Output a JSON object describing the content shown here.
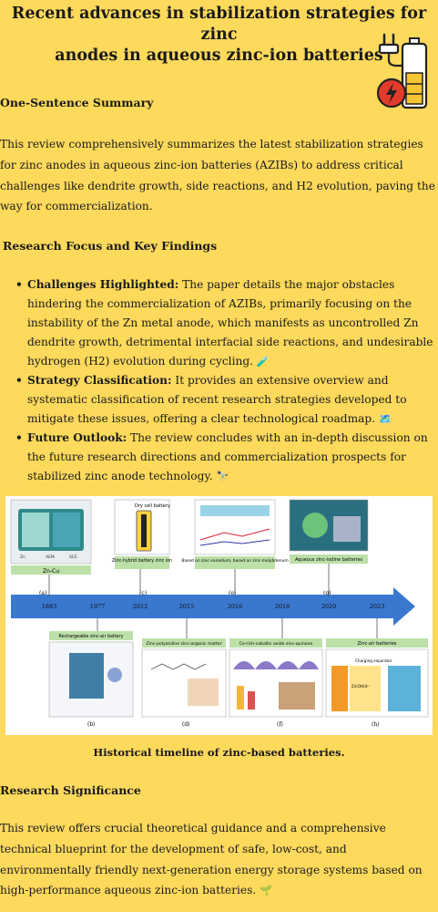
{
  "title_line1": "Recent advances in stabilization strategies for zinc",
  "title_line2": "anodes in aqueous zinc-ion batteries",
  "badge_icon": "battery-plug-icon",
  "summary_heading": "One-Sentence Summary",
  "summary_text": "This review comprehensively summarizes the latest stabilization strategies for zinc anodes in aqueous zinc-ion batteries (AZIBs) to address critical challenges like dendrite growth, side reactions, and H2 evolution, paving the way for commercialization.",
  "focus_heading": "Research Focus and Key Findings",
  "bullets": [
    {
      "label": "Challenges Highlighted:",
      "text": " The paper details the major obstacles hindering the commercialization of AZIBs, primarily focusing on the instability of the Zn metal anode, which manifests as uncontrolled Zn dendrite growth, detrimental interfacial side reactions, and undesirable hydrogen (H2) evolution during cycling.",
      "emoji": "🧪"
    },
    {
      "label": "Strategy Classification:",
      "text": " It provides an extensive overview and systematic classification of recent research strategies developed to mitigate these issues, offering a clear technological roadmap.",
      "emoji": "🗺️"
    },
    {
      "label": "Future Outlook:",
      "text": " The review concludes with an in-depth discussion on the future research directions and commercialization prospects for stabilized zinc anode technology.",
      "emoji": "🔭"
    }
  ],
  "timeline": {
    "years": [
      "1883",
      "1977",
      "2012",
      "2015",
      "2016",
      "2018",
      "2020",
      "2023"
    ],
    "top_labels": [
      "Zn-Cu",
      "Zinc-hybrid battery zinc ion",
      "Based on zinc-vanadium, based on zinc-molybdenum",
      "Aqueous zinc-iodine batteries"
    ],
    "bottom_labels": [
      "Rechargeable zinc-air battery",
      "Zinc-polyaniline zinc-organic matter",
      "Co-rich-cobaltic oxide zinc-quinone",
      "Zinc-air batteries"
    ],
    "top_letters": [
      "(a)",
      "(c)",
      "(e)",
      "(g)"
    ],
    "bottom_letters": [
      "(b)",
      "(d)",
      "(f)",
      "(h)"
    ],
    "panel_texts": [
      "Dry cell battery",
      "AEM",
      "SCE",
      "Zn",
      "Charging separator",
      "Zn(OH)4²⁻"
    ],
    "arrow_color": "#3a78d0"
  },
  "caption": "Historical timeline of zinc-based batteries.",
  "significance_heading": "Research Significance",
  "significance_text": "This review offers crucial theoretical guidance and a comprehensive technical blueprint for the development of safe, low-cost, and environmentally friendly next-generation energy storage systems based on high-performance aqueous zinc-ion batteries.",
  "significance_emoji": "🌱"
}
